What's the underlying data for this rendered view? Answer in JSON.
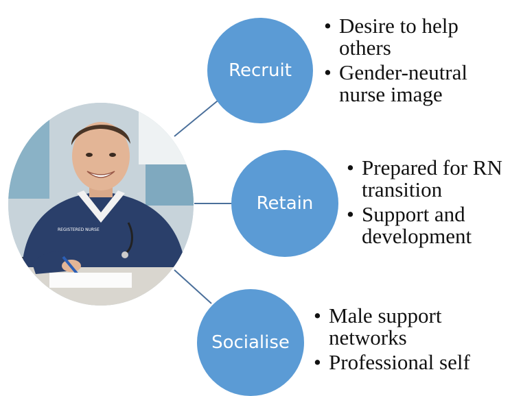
{
  "colors": {
    "node_fill": "#5b9bd5",
    "connector": "#4a6f9a",
    "bullet_text": "#111111"
  },
  "photo": {
    "subject": "photo-of-male-nurse",
    "badge_text": "REGISTERED NURSE"
  },
  "nodes": [
    {
      "label": "Recruit",
      "bullets": [
        "Desire to help others",
        "Gender-neutral nurse image"
      ]
    },
    {
      "label": "Retain",
      "bullets": [
        "Prepared for RN transition",
        "Support and development"
      ]
    },
    {
      "label": "Socialise",
      "bullets": [
        "Male support networks",
        "Professional self"
      ]
    }
  ]
}
